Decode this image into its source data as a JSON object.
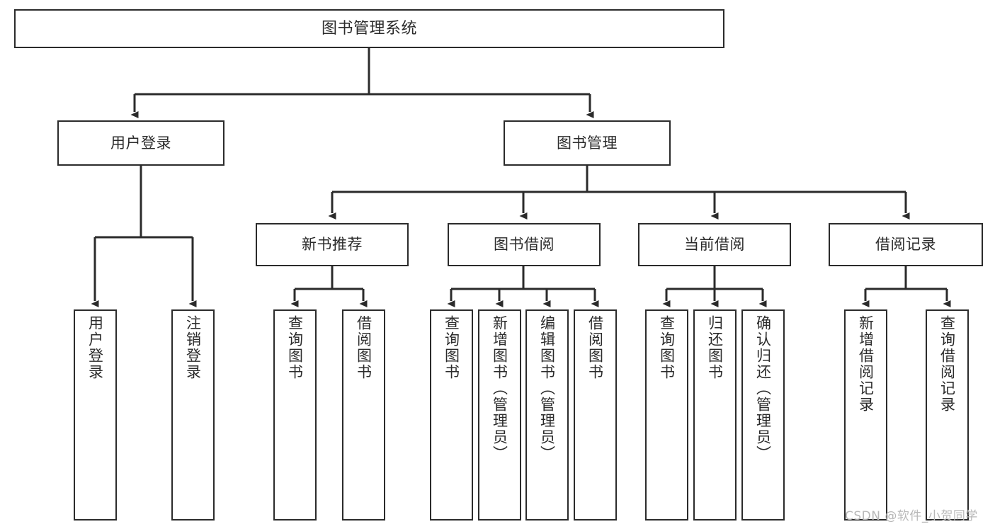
{
  "diagram": {
    "title": "图书管理系统",
    "type": "hierarchy-tree",
    "colors": {
      "node_border": "#2b2b2b",
      "node_fill": "#ffffff",
      "edge": "#2b2b2b",
      "background": "#ffffff",
      "watermark": "#b8b8b8"
    },
    "root": {
      "label": "图书管理系统"
    },
    "level2": [
      {
        "label": "用户登录"
      },
      {
        "label": "图书管理"
      }
    ],
    "level3": [
      {
        "label": "新书推荐"
      },
      {
        "label": "图书借阅"
      },
      {
        "label": "当前借阅"
      },
      {
        "label": "借阅记录"
      }
    ],
    "leaves": {
      "user_login": [
        {
          "label": "用户登录"
        },
        {
          "label": "注销登录"
        }
      ],
      "new_book_recommend": [
        {
          "label": "查询图书"
        },
        {
          "label": "借阅图书"
        }
      ],
      "book_borrow": [
        {
          "label": "查询图书"
        },
        {
          "label": "新增图书（管理员）"
        },
        {
          "label": "编辑图书（管理员）"
        },
        {
          "label": "借阅图书"
        }
      ],
      "current_borrow": [
        {
          "label": "查询图书"
        },
        {
          "label": "归还图书"
        },
        {
          "label": "确认归还（管理员）"
        }
      ],
      "borrow_record": [
        {
          "label": "新增借阅记录"
        },
        {
          "label": "查询借阅记录"
        }
      ]
    }
  },
  "watermark": {
    "text": "CSDN @软件_小贺同学"
  }
}
